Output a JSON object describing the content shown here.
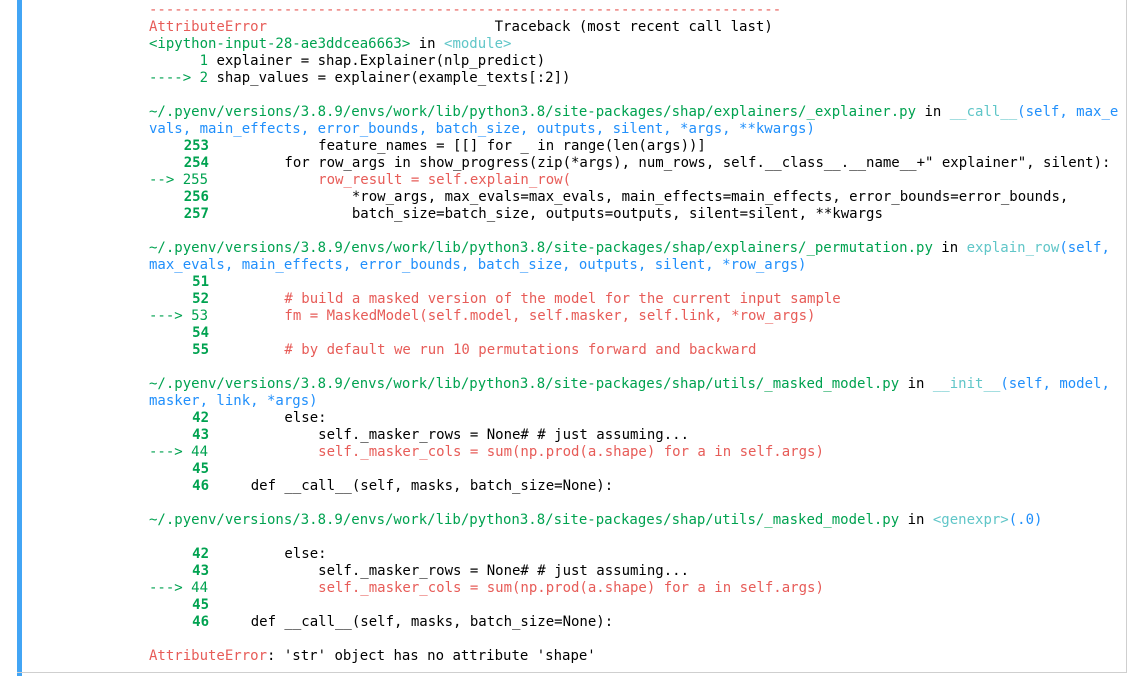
{
  "traceback": {
    "dashes": "---------------------------------------------------------------------------",
    "error_name": "AttributeError",
    "header_spacer": "                           ",
    "header_title": "Traceback (most recent call last)",
    "input_ref": "<ipython-input-28-ae3ddcea6663>",
    "in_word": " in ",
    "module_tag": "<module>",
    "input_lines": [
      {
        "num": "      1 ",
        "code": "explainer = shap.Explainer(nlp_predict)"
      },
      {
        "num": "----> 2 ",
        "code": "shap_values = explainer(example_texts[:2])"
      }
    ],
    "frames": [
      {
        "path": "~/.pyenv/versions/3.8.9/envs/work/lib/python3.8/site-packages/shap/explainers/_explainer.py",
        "in_word": " in ",
        "func": "__call__",
        "args": "(self, max_evals, main_effects, error_bounds, batch_size, outputs, silent, *args, **kwargs)",
        "lines": [
          {
            "num": "253",
            "arrow": "",
            "code": "            feature_names = [[] for _ in range(len(args))]"
          },
          {
            "num": "254",
            "arrow": "",
            "code": "        for row_args in show_progress(zip(*args), num_rows, self.__class__.__name__+\" explainer\", silent):"
          },
          {
            "num": "255",
            "arrow": "--> ",
            "code": "            row_result = self.explain_row("
          },
          {
            "num": "256",
            "arrow": "",
            "code": "                *row_args, max_evals=max_evals, main_effects=main_effects, error_bounds=error_bounds,"
          },
          {
            "num": "257",
            "arrow": "",
            "code": "                batch_size=batch_size, outputs=outputs, silent=silent, **kwargs"
          }
        ]
      },
      {
        "path": "~/.pyenv/versions/3.8.9/envs/work/lib/python3.8/site-packages/shap/explainers/_permutation.py",
        "in_word": " in ",
        "func": "explain_row",
        "args": "(self, max_evals, main_effects, error_bounds, batch_size, outputs, silent, *row_args)",
        "lines": [
          {
            "num": "51",
            "arrow": "",
            "code": ""
          },
          {
            "num": "52",
            "arrow": "",
            "code": "        # build a masked version of the model for the current input sample"
          },
          {
            "num": "53",
            "arrow": "---> ",
            "code": "        fm = MaskedModel(self.model, self.masker, self.link, *row_args)"
          },
          {
            "num": "54",
            "arrow": "",
            "code": ""
          },
          {
            "num": "55",
            "arrow": "",
            "code": "        # by default we run 10 permutations forward and backward"
          }
        ]
      },
      {
        "path": "~/.pyenv/versions/3.8.9/envs/work/lib/python3.8/site-packages/shap/utils/_masked_model.py",
        "in_word": " in ",
        "func": "__init__",
        "args": "(self, model, masker, link, *args)",
        "lines": [
          {
            "num": "42",
            "arrow": "",
            "code": "        else:"
          },
          {
            "num": "43",
            "arrow": "",
            "code": "            self._masker_rows = None# # just assuming..."
          },
          {
            "num": "44",
            "arrow": "---> ",
            "code": "            self._masker_cols = sum(np.prod(a.shape) for a in self.args)"
          },
          {
            "num": "45",
            "arrow": "",
            "code": ""
          },
          {
            "num": "46",
            "arrow": "",
            "code": "    def __call__(self, masks, batch_size=None):"
          }
        ]
      },
      {
        "path": "~/.pyenv/versions/3.8.9/envs/work/lib/python3.8/site-packages/shap/utils/_masked_model.py",
        "in_word": " in ",
        "func": "<genexpr>",
        "args": "(.0)",
        "lines": [
          {
            "num": "42",
            "arrow": "",
            "code": "        else:"
          },
          {
            "num": "43",
            "arrow": "",
            "code": "            self._masker_rows = None# # just assuming..."
          },
          {
            "num": "44",
            "arrow": "---> ",
            "code": "            self._masker_cols = sum(np.prod(a.shape) for a in self.args)"
          },
          {
            "num": "45",
            "arrow": "",
            "code": ""
          },
          {
            "num": "46",
            "arrow": "",
            "code": "    def __call__(self, masks, batch_size=None):"
          }
        ]
      }
    ],
    "final_error_name": "AttributeError",
    "final_message": ": 'str' object has no attribute 'shape'"
  }
}
